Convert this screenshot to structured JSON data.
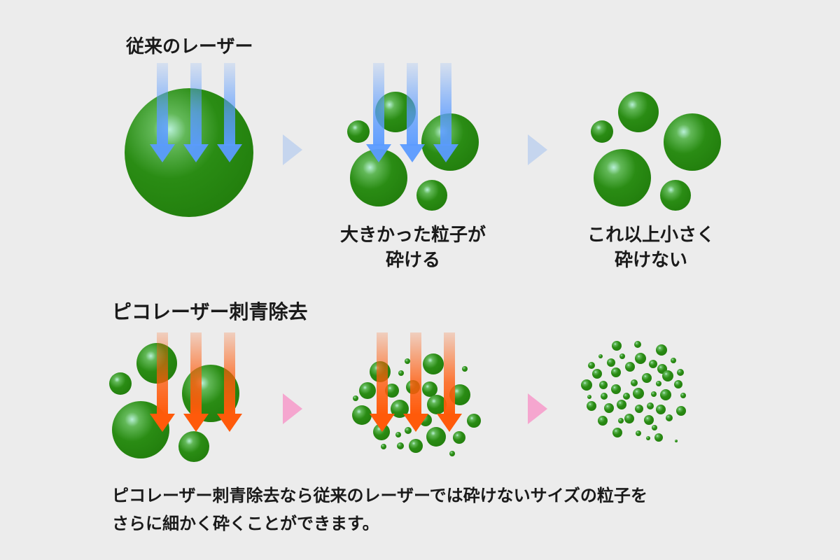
{
  "diagram": {
    "background": "#ececec",
    "conventional": {
      "title": "従来のレーザー",
      "arrow_color": "#5b9bff",
      "step_arrow_color": "#c5d5ee",
      "captions": [
        {
          "line1": "大きかった粒子が",
          "line2": "砕ける"
        },
        {
          "line1": "これ以上小さく",
          "line2": "砕けない"
        }
      ]
    },
    "pico": {
      "title": "ピコレーザー刺青除去",
      "arrow_color": "#ff5a0a",
      "step_arrow_color": "#f5a6cf"
    },
    "particle_color": "#2a8c14",
    "footer": {
      "line1": "ピコレーザー刺青除去なら従来のレーザーでは砕けないサイズの粒子を",
      "line2": "さらに細かく砕くことができます。"
    }
  }
}
